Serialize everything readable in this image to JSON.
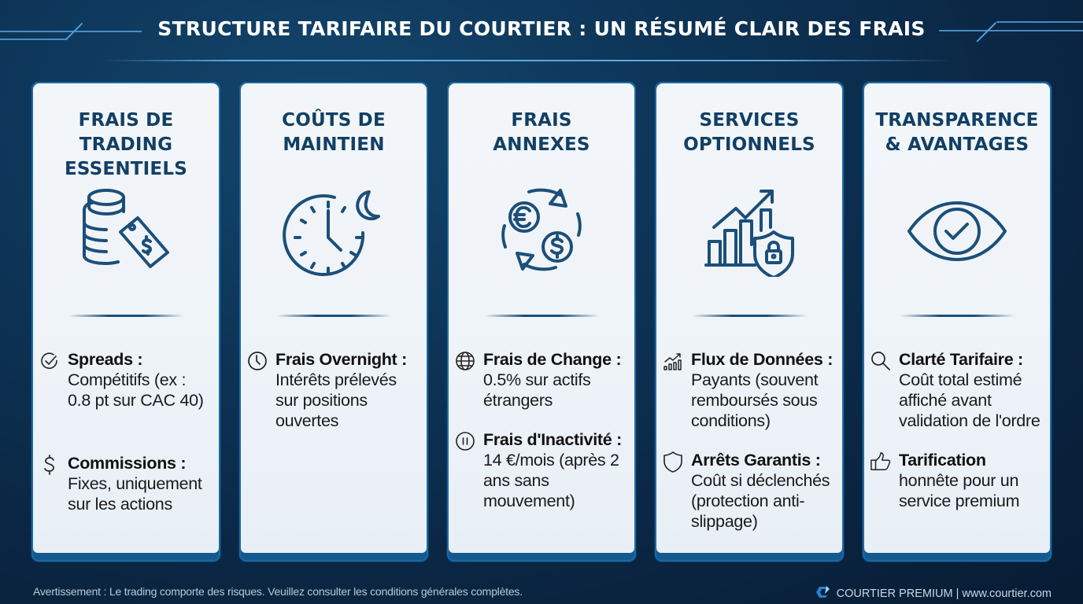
{
  "header": {
    "title": "STRUCTURE TARIFAIRE DU COURTIER : UN RÉSUMÉ CLAIR DES FRAIS"
  },
  "colors": {
    "background": "#0d3456",
    "card_bg": "#eef3f8",
    "card_border": "#12598f",
    "title_text": "#123f64",
    "accent_line": "#4f9ed8",
    "icon_stroke": "#1b4f7a"
  },
  "cards": [
    {
      "title_lines": [
        "FRAIS DE",
        "TRADING",
        "ESSENTIELS"
      ],
      "icon": "coins-price-tag-icon",
      "items": [
        {
          "icon": "check-circle-icon",
          "label": "Spreads :",
          "text_lines": [
            "Compétitifs (ex :",
            "0.8 pt sur CAC 40)"
          ]
        },
        {
          "icon": "dollar-icon",
          "label": "Commissions :",
          "text_lines": [
            "Fixes, uniquement",
            "sur les actions"
          ]
        }
      ]
    },
    {
      "title_lines": [
        "COÛTS DE",
        "MAINTIEN"
      ],
      "icon": "clock-moon-icon",
      "items": [
        {
          "icon": "clock-icon",
          "label": "Frais Overnight :",
          "text_lines": [
            "Intérêts prélevés",
            "sur positions",
            "ouvertes"
          ]
        }
      ]
    },
    {
      "title_lines": [
        "FRAIS",
        "ANNEXES"
      ],
      "icon": "currency-exchange-icon",
      "items": [
        {
          "icon": "globe-icon",
          "label": "Frais de Change :",
          "text_lines": [
            "0.5% sur actifs",
            "étrangers"
          ]
        },
        {
          "icon": "pause-circle-icon",
          "label": "Frais d'Inactivité :",
          "text_lines": [
            "14 €/mois (après 2",
            "ans sans",
            "mouvement)"
          ]
        }
      ]
    },
    {
      "title_lines": [
        "SERVICES",
        "OPTIONNELS"
      ],
      "icon": "chart-shield-lock-icon",
      "items": [
        {
          "icon": "bar-chart-trend-icon",
          "label": "Flux de Données :",
          "text_lines": [
            "Payants (souvent",
            "remboursés sous",
            "conditions)"
          ]
        },
        {
          "icon": "shield-icon",
          "label": "Arrêts Garantis :",
          "text_lines": [
            "Coût si déclenchés",
            "(protection anti-",
            "slippage)"
          ]
        }
      ]
    },
    {
      "title_lines": [
        "TRANSPARENCE",
        "& AVANTAGES"
      ],
      "icon": "eye-check-icon",
      "items": [
        {
          "icon": "magnifier-icon",
          "label": "Clarté Tarifaire :",
          "text_lines": [
            "Coût total estimé",
            "affiché avant",
            "validation de l'ordre"
          ]
        },
        {
          "icon": "thumbs-up-icon",
          "label": "Tarification",
          "text_lines": [
            "honnête pour un",
            "service premium"
          ]
        }
      ]
    }
  ],
  "footer": {
    "disclaimer": "Avertissement : Le trading comporte des risques. Veuillez consulter les conditions générales complètes.",
    "brand": "COURTIER PREMIUM | www.courtier.com"
  }
}
